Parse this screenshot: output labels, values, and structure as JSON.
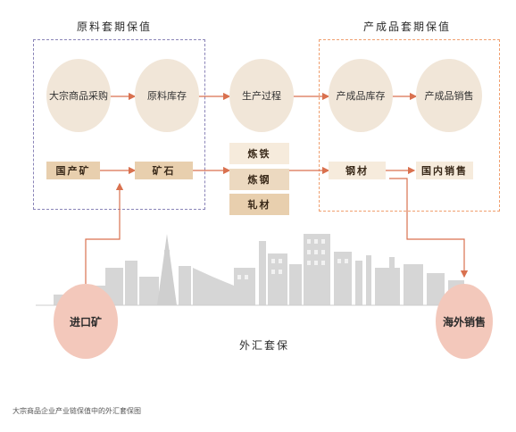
{
  "sections": {
    "raw_material": "原料套期保值",
    "finished_goods": "产成品套期保值",
    "forex": "外汇套保"
  },
  "circles": {
    "procurement": "大宗商品采购",
    "raw_inventory": "原料库存",
    "production": "生产过程",
    "finished_inventory": "产成品库存",
    "finished_sales": "产成品销售"
  },
  "tags": {
    "domestic_ore": "国产矿",
    "ore": "矿石",
    "ironmaking": "炼铁",
    "steelmaking": "炼钢",
    "rolling": "轧材",
    "steel": "钢材",
    "domestic_sales": "国内销售"
  },
  "bottom": {
    "imported_ore": "进口矿",
    "overseas_sales": "海外销售"
  },
  "caption": "大宗商品企业产业链保值中的外汇套保图",
  "colors": {
    "arrow": "#d9714f",
    "circle_fill": "#f1e6d8",
    "pink_fill": "#f3c8bb",
    "raw_border": "#8a84b8",
    "product_border": "#f0a070"
  }
}
